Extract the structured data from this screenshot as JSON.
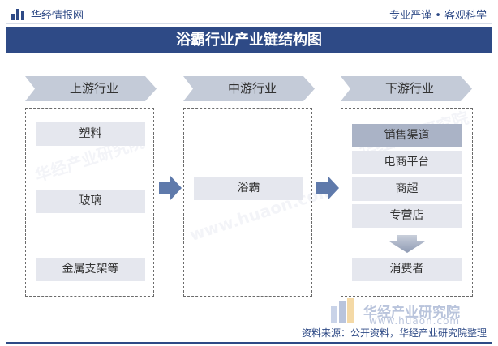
{
  "header": {
    "logo_text": "华经情报网",
    "slogan": "专业严谨 • 客观科学"
  },
  "title": "浴霸行业产业链结构图",
  "stages": {
    "upstream": "上游行业",
    "midstream": "中游行业",
    "downstream": "下游行业"
  },
  "upstream_items": [
    "塑料",
    "玻璃",
    "金属支架等"
  ],
  "midstream_items": [
    "浴霸"
  ],
  "downstream_items": [
    "销售渠道",
    "电商平台",
    "商超",
    "专营店",
    "消费者"
  ],
  "watermark": {
    "brand": "华经产业研究院",
    "url": "www.huaon.com"
  },
  "source": "资料来源：公开资料，华经产业研究院整理",
  "colors": {
    "primary": "#2e4a86",
    "box": "#e5e7ee",
    "box_active": "#aab3c6",
    "stage": "#c4cbd8",
    "arrow": "#5f7aab"
  }
}
